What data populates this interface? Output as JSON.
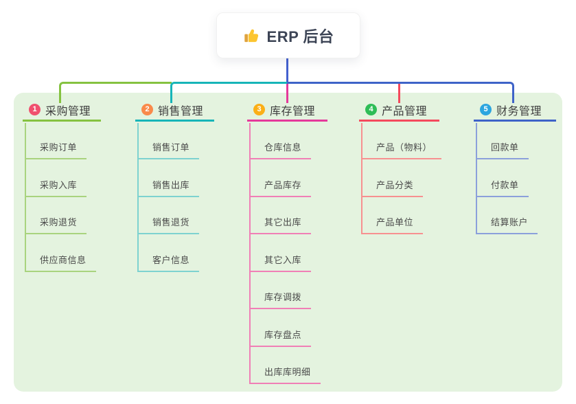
{
  "root": {
    "title": "ERP 后台",
    "icon": "thumbs-up-icon"
  },
  "canvas": {
    "background": "#FFFFFF",
    "panel_color": "#E4F3DF",
    "trunk_color": "#4360CF",
    "text_color": "#3C4455"
  },
  "branches": [
    {
      "badge": "1",
      "label": "采购管理",
      "badge_color": "#F0506E",
      "line_color": "#85C240",
      "child_line_color": "#A9D37E",
      "children": [
        "采购订单",
        "采购入库",
        "采购退货",
        "供应商信息"
      ]
    },
    {
      "badge": "2",
      "label": "销售管理",
      "badge_color": "#F98A4B",
      "line_color": "#17B5B8",
      "child_line_color": "#7DD2D0",
      "children": [
        "销售订单",
        "销售出库",
        "销售退货",
        "客户信息"
      ]
    },
    {
      "badge": "3",
      "label": "库存管理",
      "badge_color": "#FBAF17",
      "line_color": "#E5399B",
      "child_line_color": "#F07FB6",
      "children": [
        "仓库信息",
        "产品库存",
        "其它出库",
        "其它入库",
        "库存调拨",
        "库存盘点",
        "出库库明细"
      ]
    },
    {
      "badge": "4",
      "label": "产品管理",
      "badge_color": "#2EBD57",
      "line_color": "#F4495D",
      "child_line_color": "#F79090",
      "children": [
        "产品（物料）",
        "产品分类",
        "产品单位"
      ]
    },
    {
      "badge": "5",
      "label": "财务管理",
      "badge_color": "#2CA5DF",
      "line_color": "#3E63C8",
      "child_line_color": "#8BA0DB",
      "children": [
        "回款单",
        "付款单",
        "结算账户"
      ]
    }
  ]
}
